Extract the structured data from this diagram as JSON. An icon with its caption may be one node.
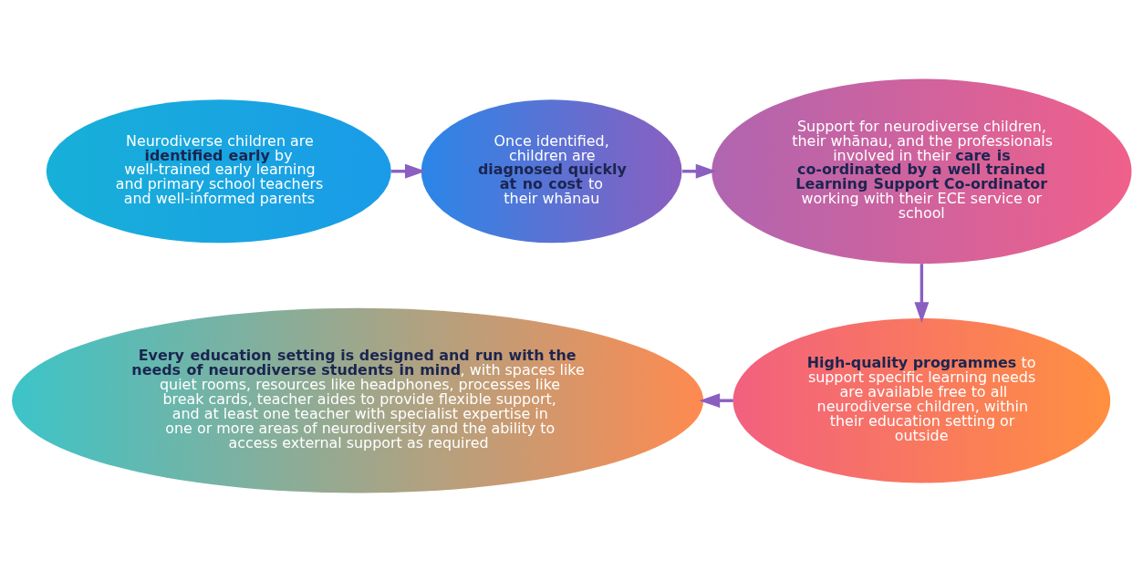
{
  "diagram": {
    "nodes": [
      {
        "text": [
          "Neurodiverse children are **identified early** by well-trained early learning and primary school teachers and well-informed parents"
        ]
      },
      {
        "text": [
          "Once identified, children are **diagnosed quickly at no cost** to their whānau"
        ]
      },
      {
        "text": [
          "Support for neurodiverse children, their whānau, and the professionals involved in their **care is co-ordinated by a well trained Learning Support Co-ordinator** working with their ECE service or school"
        ]
      },
      {
        "text": [
          "**High-quality programmes** to support specific learning needs are available free to all neurodiverse children, within their education setting or outside"
        ]
      },
      {
        "text": [
          "**Every education setting is designed and run with the needs of neurodiverse students in mind**, with spaces like quiet rooms, resources like headphones, processes like break cards, teacher aides to provide flexible support, and at least one teacher with specialist expertise in one or more areas of neurodiversity and the ability to access external support as required"
        ]
      }
    ],
    "edges": [
      {
        "from": 0,
        "to": 1,
        "arrow": "to"
      },
      {
        "from": 1,
        "to": 2,
        "arrow": "to"
      },
      {
        "from": 2,
        "to": 3,
        "arrow": "to"
      },
      {
        "from": 3,
        "to": 4,
        "arrow": "to"
      }
    ]
  }
}
